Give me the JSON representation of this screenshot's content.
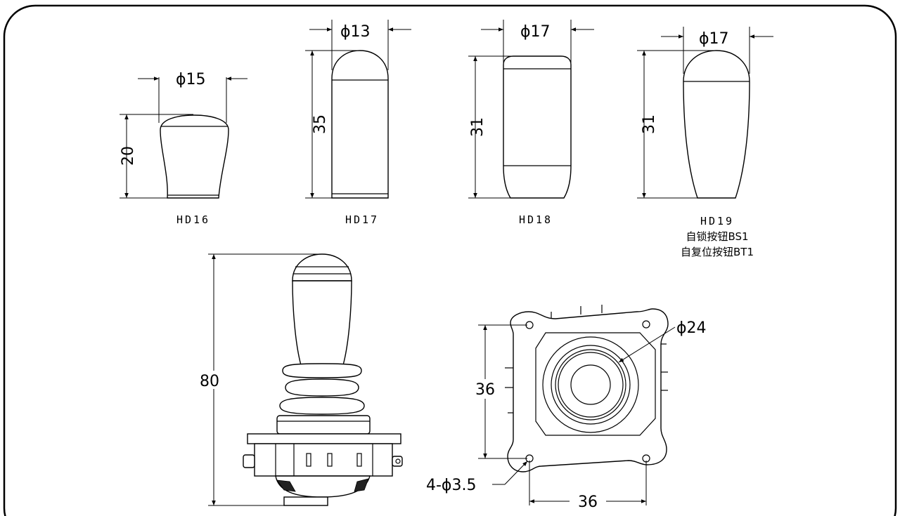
{
  "knobs": [
    {
      "model": "HD16",
      "diameter": "ϕ15",
      "height": "20"
    },
    {
      "model": "HD17",
      "diameter": "ϕ13",
      "height": "35"
    },
    {
      "model": "HD18",
      "diameter": "ϕ17",
      "height": "31"
    },
    {
      "model": "HD19",
      "diameter": "ϕ17",
      "height": "31",
      "note_1": "自锁按钮BS1",
      "note_2": "自复位按钮BT1"
    }
  ],
  "joystick": {
    "overall_height": "80"
  },
  "base": {
    "inner_diameter": "ϕ24",
    "vertical_spacing": "36",
    "horizontal_spacing": "36",
    "holes": "4-ϕ3.5"
  }
}
